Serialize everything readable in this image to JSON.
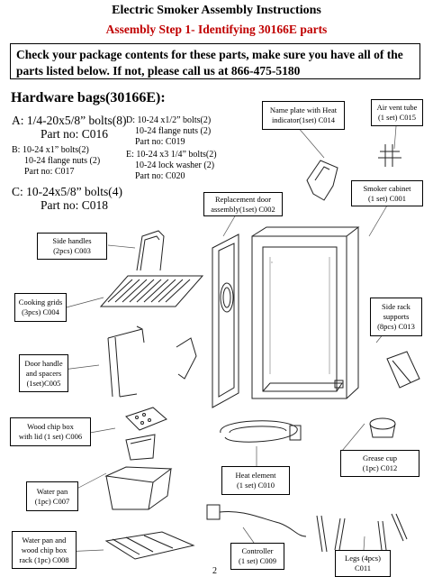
{
  "header": {
    "title": "Electric Smoker Assembly Instructions",
    "subtitle": "Assembly Step 1- Identifying 30166E parts"
  },
  "notice": "Check your package contents for these parts, make sure you have all of the parts listed below. If not, please call us at 866-475-5180",
  "hardware": {
    "title": "Hardware bags(30166E):",
    "a_line1": "A: 1/4-20x5/8” bolts(8)",
    "a_line2": "Part no: C016",
    "b_line1": "B: 10-24 x1” bolts(2)",
    "b_line2": "10-24 flange nuts (2)",
    "b_line3": "Part no: C017",
    "c_line1": "C: 10-24x5/8” bolts(4)",
    "c_line2": "Part no: C018",
    "d_line1": "D: 10-24 x1/2” bolts(2)",
    "d_line2": "10-24 flange nuts (2)",
    "d_line3": "Part no: C019",
    "e_line1": "E: 10-24 x3 1/4” bolts(2)",
    "e_line2": "10-24 lock washer (2)",
    "e_line3": "Part no: C020"
  },
  "parts": {
    "name_plate_1": "Name plate with Heat",
    "name_plate_2": "indicator(1set) C014",
    "air_vent_1": "Air vent tube",
    "air_vent_2": "(1 set) C015",
    "door_1": "Replacement door",
    "door_2": "assembly(1set) C002",
    "cabinet_1": "Smoker cabinet",
    "cabinet_2": "(1 set) C001",
    "side_handles_1": "Side handles",
    "side_handles_2": "(2pcs) C003",
    "grids_1": "Cooking grids",
    "grids_2": "(3pcs) C004",
    "side_rack_1": "Side rack",
    "side_rack_2": "supports",
    "side_rack_3": "(8pcs) C013",
    "door_handle_1": "Door handle",
    "door_handle_2": "and spacers",
    "door_handle_3": "(1set)C005",
    "chip_box_1": "Wood chip box",
    "chip_box_2": "with lid (1 set) C006",
    "grease_1": "Grease cup",
    "grease_2": "(1pc) C012",
    "heat_1": "Heat element",
    "heat_2": "(1 set) C010",
    "water_pan_1": "Water pan",
    "water_pan_2": "(1pc) C007",
    "rack_1": "Water pan and",
    "rack_2": "wood chip box",
    "rack_3": "rack (1pc) C008",
    "controller_1": "Controller",
    "controller_2": "(1 set) C009",
    "legs_1": "Legs (4pcs)",
    "legs_2": "C011"
  },
  "page_number": "2"
}
